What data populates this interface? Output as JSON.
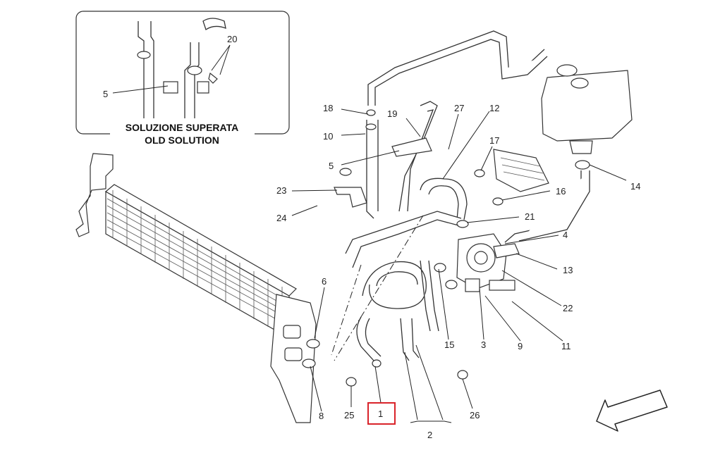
{
  "inset": {
    "title_line1": "SOLUZIONE SUPERATA",
    "title_line2": "OLD SOLUTION",
    "labels": {
      "p20": "20",
      "p5": "5"
    }
  },
  "callouts": {
    "p18": "18",
    "p10": "10",
    "p19": "19",
    "p27": "27",
    "p12": "12",
    "p5": "5",
    "p17": "17",
    "p23": "23",
    "p16": "16",
    "p14": "14",
    "p24": "24",
    "p21": "21",
    "p4": "4",
    "p13": "13",
    "p6": "6",
    "p22": "22",
    "p15": "15",
    "p3": "3",
    "p9": "9",
    "p11": "11",
    "p8": "8",
    "p25": "25",
    "p26": "26",
    "p1": "1",
    "p2": "2"
  },
  "highlighted_part": "1",
  "colors": {
    "highlight": "#d9232a",
    "ink": "#222222"
  },
  "icons": {
    "direction": "front-direction-arrow-icon"
  }
}
